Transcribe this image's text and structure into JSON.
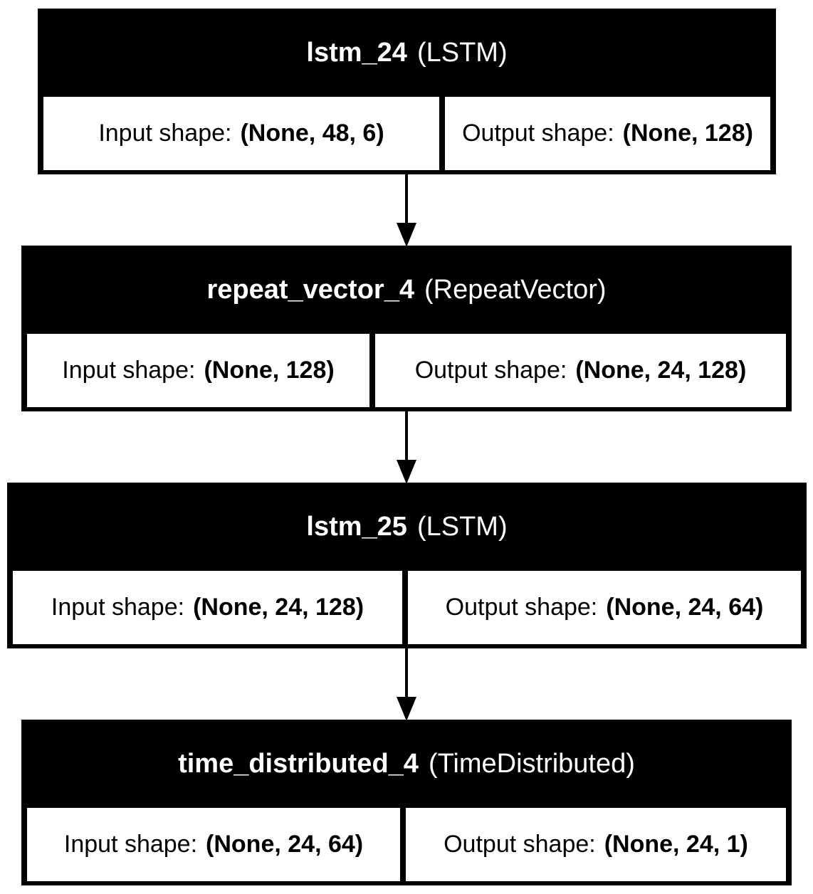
{
  "layers": [
    {
      "name": "lstm_24",
      "type": "(LSTM)",
      "input_label": "Input shape:",
      "input_value": "(None, 48, 6)",
      "output_label": "Output shape:",
      "output_value": "(None, 128)"
    },
    {
      "name": "repeat_vector_4",
      "type": "(RepeatVector)",
      "input_label": "Input shape:",
      "input_value": "(None, 128)",
      "output_label": "Output shape:",
      "output_value": "(None, 24, 128)"
    },
    {
      "name": "lstm_25",
      "type": "(LSTM)",
      "input_label": "Input shape:",
      "input_value": "(None, 24, 128)",
      "output_label": "Output shape:",
      "output_value": "(None, 24, 64)"
    },
    {
      "name": "time_distributed_4",
      "type": "(TimeDistributed)",
      "input_label": "Input shape:",
      "input_value": "(None, 24, 64)",
      "output_label": "Output shape:",
      "output_value": "(None, 24, 1)"
    }
  ],
  "colors": {
    "header_bg": "#000000",
    "header_text": "#ffffff",
    "cell_bg": "#ffffff",
    "edge": "#000000"
  }
}
